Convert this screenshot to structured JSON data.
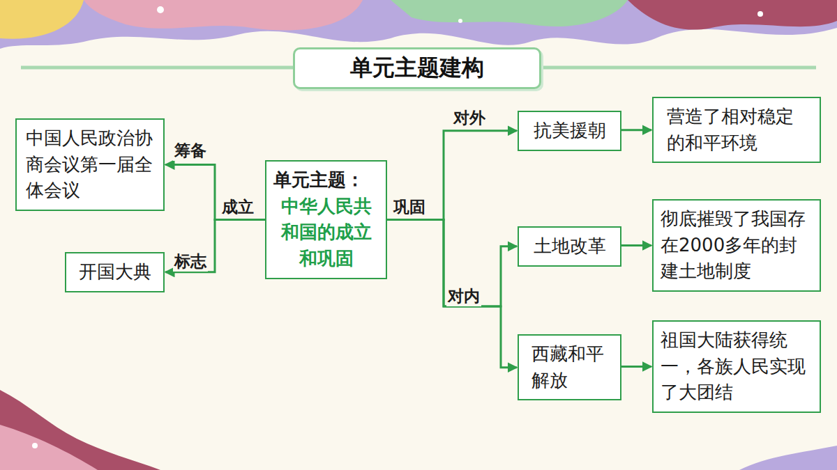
{
  "diagram": {
    "title": "单元主题建构",
    "nodes": [
      {
        "text": [
          "中国人民政治协商会议第一届全体会议"
        ]
      },
      {
        "text": [
          "开国大典"
        ]
      },
      {
        "text": [
          "单元主题：",
          "中华人民共和国的成立和巩固"
        ]
      },
      {
        "text": [
          "抗美援朝"
        ]
      },
      {
        "text": [
          "营造了相对稳定的和平环境"
        ]
      },
      {
        "text": [
          "土地改革"
        ]
      },
      {
        "text": [
          "彻底摧毁了我国存在2000多年的封建土地制度"
        ]
      },
      {
        "text": [
          "西藏和平解放"
        ]
      },
      {
        "text": [
          "祖国大陆获得统一，各族人民实现了大团结"
        ]
      }
    ],
    "edges": [
      {
        "from": 2,
        "to": 0,
        "arrow": "to",
        "label": "筹备"
      },
      {
        "from": 2,
        "to": 1,
        "arrow": "to",
        "label": "标志"
      },
      {
        "from": 2,
        "to": 3,
        "arrow": "to",
        "label": "对外"
      },
      {
        "from": 2,
        "to": 5,
        "arrow": "to",
        "label": "对内"
      },
      {
        "from": 2,
        "to": 7,
        "arrow": "to"
      },
      {
        "from": 3,
        "to": 4,
        "arrow": "to"
      },
      {
        "from": 5,
        "to": 6,
        "arrow": "to"
      },
      {
        "from": 7,
        "to": 8,
        "arrow": "to"
      }
    ],
    "labels": [
      "成立",
      "巩固"
    ]
  }
}
